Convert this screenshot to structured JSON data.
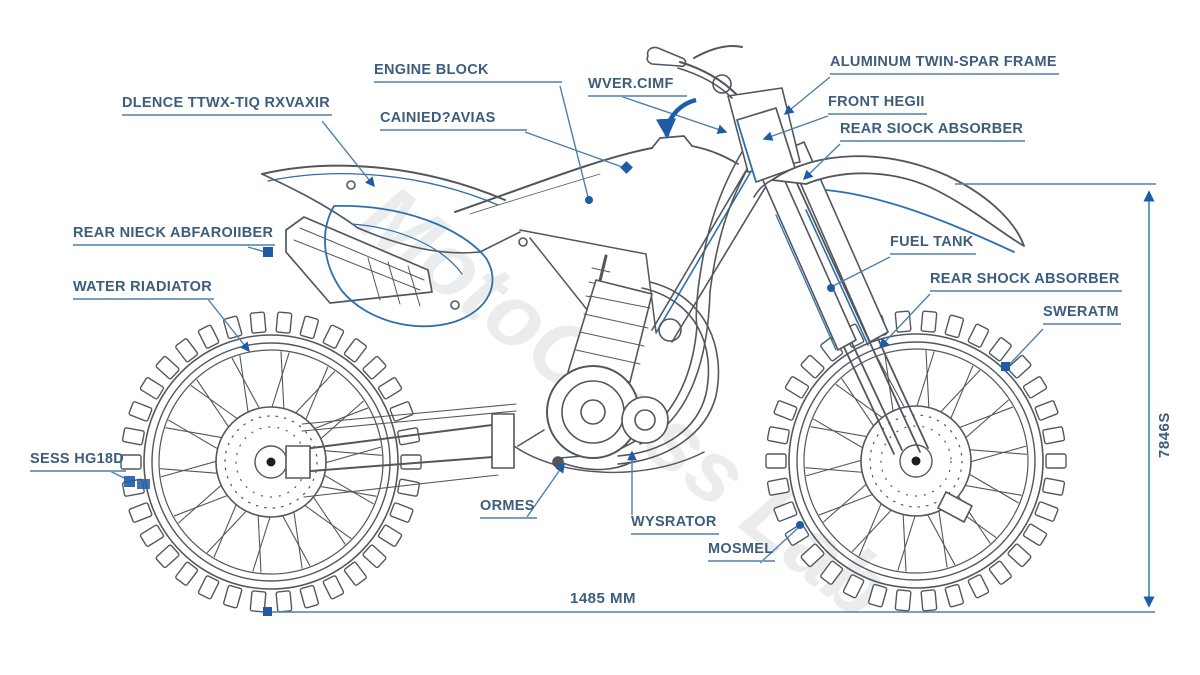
{
  "labels": {
    "engine_block": "ENGINE BLOCK",
    "cainied": "CAINIED?AVIAS",
    "dlence": "DLENCE TTWX-TIQ RXVAXIR",
    "wver_cimf": "WVER.CIMF",
    "aluminum_frame": "ALUMINUM TWIN-SPAR FRAME",
    "front_hegii": "FRONT HEGII",
    "rear_siock_absorber": "REAR SIOCK ABSORBER",
    "rear_nieck": "REAR NIECK ABFAROIIBER",
    "water_radiator": "WATER RIADIATOR",
    "fuel_tank": "FUEL TANK",
    "rear_shock_absorber": "REAR SHOCK ABSORBER",
    "sweratm": "SWERATM",
    "sess_hg18d": "SESS HG18D",
    "ormes": "ORMES",
    "wysrator": "WYSRATOR",
    "mosmel": "MOSMEL"
  },
  "dimensions": {
    "length": "1485 MM",
    "height": "7846S"
  },
  "watermark": "MotoCross Lab",
  "colors": {
    "line": "#52575e",
    "accent_blue": "#2f6fad",
    "label_text": "#3c5d7e",
    "leader": "#4b80ae",
    "marker": "#1e5ca8"
  }
}
